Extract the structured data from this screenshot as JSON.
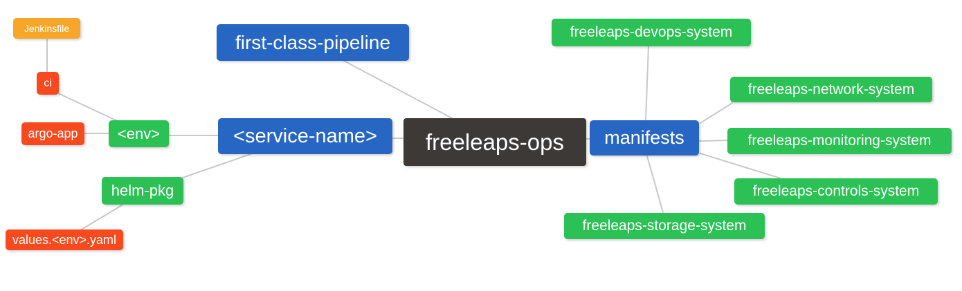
{
  "mindmap": {
    "background": "#ffffff",
    "edge_color": "#c8c8c8",
    "palette": {
      "root_dark": "#3d3937",
      "branch_blue": "#2766c2",
      "child_green": "#2bc155",
      "leaf_orange": "#f84a1e",
      "leaf_amber": "#f8a62a"
    },
    "root": {
      "label": "freeleaps-ops",
      "color": "#3d3937"
    },
    "nodes": {
      "jenkinsfile": {
        "label": "Jenkinsfile",
        "color": "#f8a62a"
      },
      "ci": {
        "label": "ci",
        "color": "#f84a1e"
      },
      "argo_app": {
        "label": "argo-app",
        "color": "#f84a1e"
      },
      "env": {
        "label": "<env>",
        "color": "#2bc155"
      },
      "service_name": {
        "label": "<service-name>",
        "color": "#2766c2"
      },
      "first_class_pipeline": {
        "label": "first-class-pipeline",
        "color": "#2766c2"
      },
      "helm_pkg": {
        "label": "helm-pkg",
        "color": "#2bc155"
      },
      "values_env_yaml": {
        "label": "values.<env>.yaml",
        "color": "#f84a1e"
      },
      "manifests": {
        "label": "manifests",
        "color": "#2766c2"
      },
      "devops": {
        "label": "freeleaps-devops-system",
        "color": "#2bc155"
      },
      "network": {
        "label": "freeleaps-network-system",
        "color": "#2bc155"
      },
      "monitoring": {
        "label": "freeleaps-monitoring-system",
        "color": "#2bc155"
      },
      "controls": {
        "label": "freeleaps-controls-system",
        "color": "#2bc155"
      },
      "storage": {
        "label": "freeleaps-storage-system",
        "color": "#2bc155"
      }
    },
    "edges": [
      {
        "from": "ci",
        "to": "jenkinsfile"
      },
      {
        "from": "env",
        "to": "ci"
      },
      {
        "from": "env",
        "to": "argo_app"
      },
      {
        "from": "service_name",
        "to": "env"
      },
      {
        "from": "service_name",
        "to": "helm_pkg"
      },
      {
        "from": "helm_pkg",
        "to": "values_env_yaml"
      },
      {
        "from": "root",
        "to": "first_class_pipeline"
      },
      {
        "from": "root",
        "to": "service_name"
      },
      {
        "from": "root",
        "to": "manifests"
      },
      {
        "from": "manifests",
        "to": "devops"
      },
      {
        "from": "manifests",
        "to": "network"
      },
      {
        "from": "manifests",
        "to": "monitoring"
      },
      {
        "from": "manifests",
        "to": "controls"
      },
      {
        "from": "manifests",
        "to": "storage"
      }
    ]
  }
}
